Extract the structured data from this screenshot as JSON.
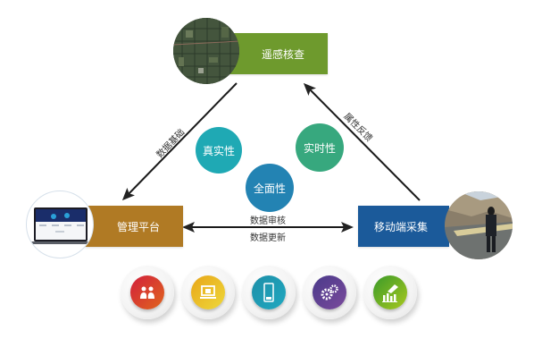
{
  "nodes": {
    "remote_sensing": {
      "label": "遥感核查",
      "color": "#6e9a2d",
      "image": "satellite-aerial-photo"
    },
    "management": {
      "label": "管理平台",
      "color": "#b07a24",
      "image": "laptop-screenshot-photo"
    },
    "mobile": {
      "label": "移动端采集",
      "color": "#1b5a9a",
      "image": "field-worker-photo"
    }
  },
  "edges": {
    "left": {
      "label": "数据基础",
      "direction": "遥感核查 → 管理平台"
    },
    "right": {
      "label": "属性反馈",
      "direction": "移动端采集 → 遥感核查"
    },
    "bottom": {
      "label_top": "数据审核",
      "label_bottom": "数据更新",
      "direction": "管理平台 ↔ 移动端采集"
    }
  },
  "qualities": [
    {
      "label": "真实性",
      "color": "#1fa9b4"
    },
    {
      "label": "全面性",
      "color": "#2383b3"
    },
    {
      "label": "实时性",
      "color": "#37a87e"
    }
  ],
  "features": [
    {
      "icon": "people-icon",
      "color_from": "#d21f3c",
      "color_to": "#e0661e"
    },
    {
      "icon": "computer-icon",
      "color_from": "#e8a619",
      "color_to": "#eed83a"
    },
    {
      "icon": "mobile-phone-icon",
      "color_from": "#1e8fa8",
      "color_to": "#20a8c0"
    },
    {
      "icon": "gears-icon",
      "color_from": "#4a3a8a",
      "color_to": "#7a4a9c"
    },
    {
      "icon": "hand-chart-icon",
      "color_from": "#3a9a2a",
      "color_to": "#a8c81e"
    }
  ]
}
